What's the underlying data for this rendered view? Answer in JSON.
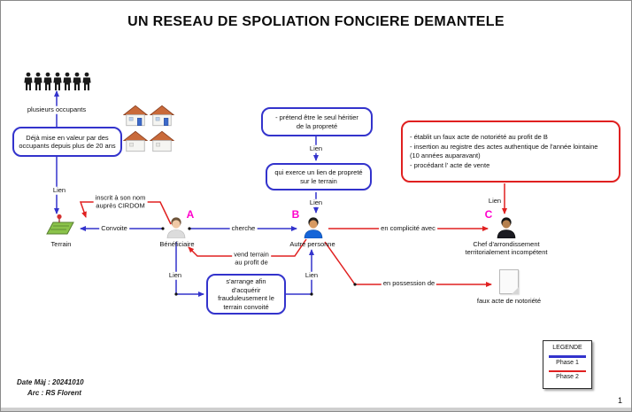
{
  "title": "UN RESEAU DE SPOLIATION FONCIERE DEMANTELE",
  "colors": {
    "phase1": "#3333cc",
    "phase2": "#e02020",
    "letter": "#ff00cc"
  },
  "nodes": {
    "occupants_label": "plusieurs occupants",
    "terrain": "Terrain",
    "beneficiaire": {
      "letter": "A",
      "label": "Bénéficiaire"
    },
    "autre_personne": {
      "letter": "B",
      "label": "Autre personne"
    },
    "chef": {
      "letter": "C",
      "label": "Chef d'arrondissement\nterritorialement incompétent"
    },
    "faux_acte": "faux acte de notoriété"
  },
  "edge_labels": {
    "lien": "Lien",
    "convoite": "Convoite",
    "inscrit": "inscrit à son nom\nauprès CIRDOM",
    "cherche": "cherche",
    "vend": "vend terrain\nau profit de",
    "complicite": "en complicité avec",
    "possession": "en possession de"
  },
  "callouts": {
    "deja": "Déjà mise en valeur par des\noccupants depuis plus de 20 ans",
    "pretend": "- prétend être le seul héritier\nde la propreté",
    "exerce": "qui exerce un lien de propreté\nsur le terrain",
    "arrange": "s'arrange afin\nd'acquérir\nfrauduleusement le\nterrain convoité",
    "actes": "- établit un faux acte de notoriété au profit de B\n- insertion au registre des actes authentique de l'année lointaine\n(10 années auparavant)\n- procédant l' acte de vente"
  },
  "legend": {
    "title": "LEGENDE",
    "items": [
      {
        "label": "Phase 1",
        "color": "#3333cc"
      },
      {
        "label": "Phase 2",
        "color": "#e02020"
      }
    ]
  },
  "footer": {
    "date": "Date Màj : 20241010",
    "arc": "Arc : RS Florent",
    "page": "1"
  }
}
